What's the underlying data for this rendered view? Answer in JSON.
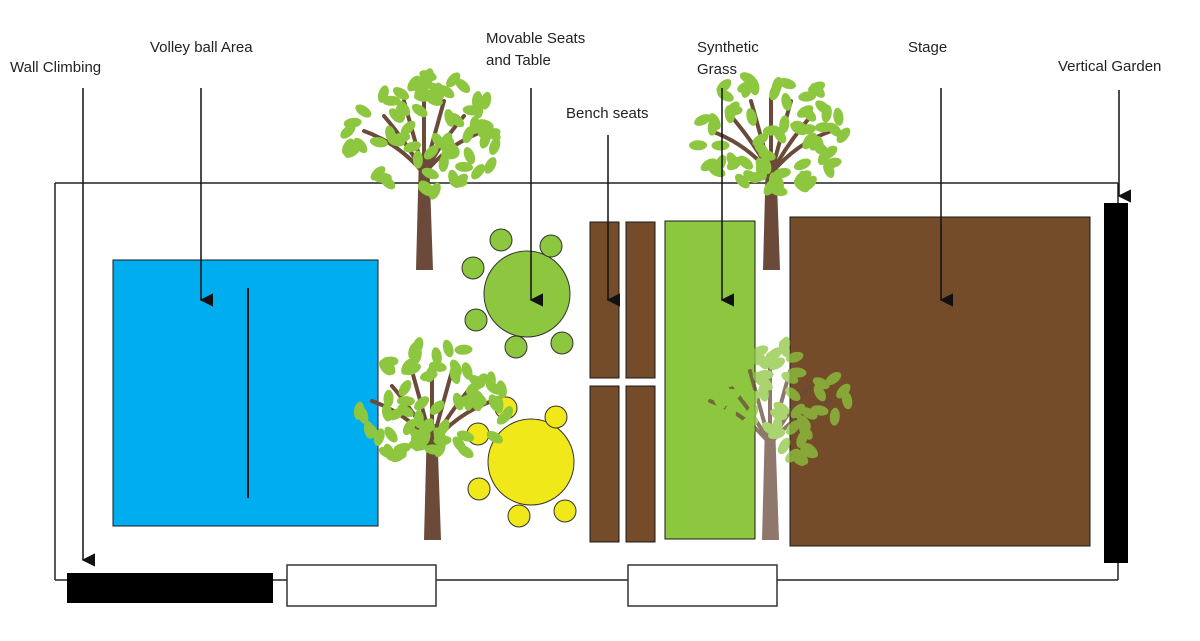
{
  "labels": {
    "wall_climbing": "Wall Climbing",
    "volleyball": "Volley ball Area",
    "movable_line1": "Movable Seats",
    "movable_line2": "and Table",
    "bench": "Bench seats",
    "synthetic_line1": "Synthetic",
    "synthetic_line2": "Grass",
    "stage": "Stage",
    "vertical_garden": "Vertical Garden"
  },
  "colors": {
    "volleyball": "#00aeef",
    "synthetic_grass": "#8dc63f",
    "stage": "#754c29",
    "bench": "#754c29",
    "table_green": "#8dc63f",
    "table_yellow": "#f0e818",
    "leaf": "#8dc63f",
    "trunk": "#6b4a3a",
    "outline": "#1a1a1a"
  }
}
